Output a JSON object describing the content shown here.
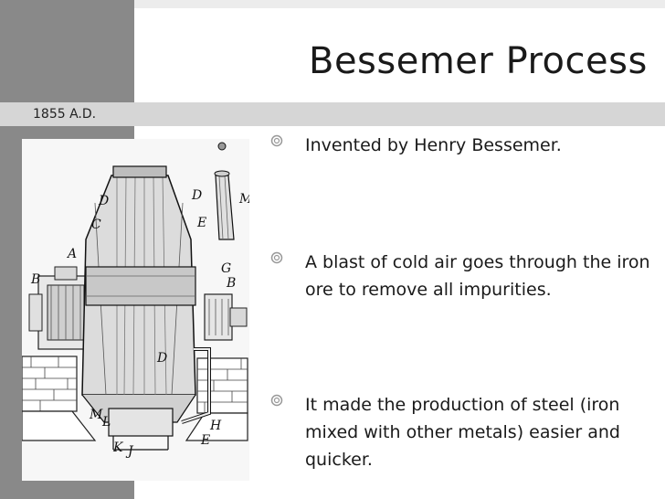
{
  "slide": {
    "date": "1855 A.D.",
    "title": "Bessemer Process",
    "bullets": [
      "Invented by Henry Bessemer.",
      "A blast of cold air goes through the iron ore to remove all impurities.",
      "It made the production of steel (iron mixed with other metals) easier and quicker."
    ]
  },
  "figure": {
    "labels": [
      "D",
      "D",
      "C",
      "E",
      "M",
      "A",
      "B",
      "G",
      "B",
      "D",
      "M",
      "L",
      "H",
      "E",
      "K",
      "J"
    ]
  },
  "colors": {
    "left_band": "#898989",
    "date_bar": "#d6d6d6",
    "text": "#1a1a1a"
  }
}
